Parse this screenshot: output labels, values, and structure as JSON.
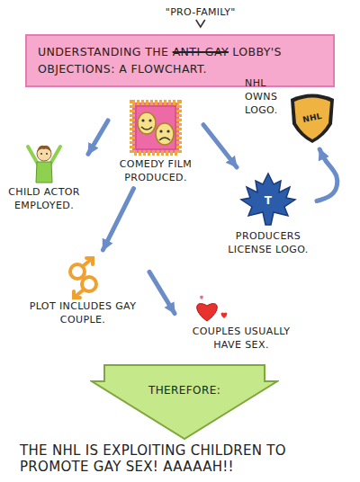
{
  "diagram": {
    "nodes": [
      {
        "text": [
          "UNDERSTANDING THE",
          "ANTI-GAY",
          "LOBBY'S OBJECTIONS: A FLOWCHART."
        ]
      },
      {
        "text": [
          "COMEDY FILM PRODUCED."
        ]
      },
      {
        "text": [
          "CHILD ACTOR EMPLOYED."
        ]
      },
      {
        "text": [
          "NHL OWNS LOGO."
        ]
      },
      {
        "text": [
          "PRODUCERS LICENSE LOGO."
        ]
      },
      {
        "text": [
          "PLOT INCLUDES GAY COUPLE."
        ]
      },
      {
        "text": [
          "COUPLES USUALLY HAVE SEX."
        ]
      },
      {
        "text": [
          "THEREFORE:"
        ]
      }
    ],
    "edges": [
      {
        "from": 1,
        "to": 2,
        "arrow": "to"
      },
      {
        "from": 1,
        "to": 4,
        "arrow": "to"
      },
      {
        "from": 4,
        "to": 3,
        "arrow": "to"
      },
      {
        "from": 1,
        "to": 5,
        "arrow": "to"
      },
      {
        "from": 5,
        "to": 6,
        "arrow": "to"
      }
    ],
    "labels": [
      "\"PRO-FAMILY\"",
      "NHL",
      "T",
      "THE NHL IS EXPLOITING CHILDREN TO PROMOTE GAY SEX! AAAAAH!!"
    ]
  }
}
